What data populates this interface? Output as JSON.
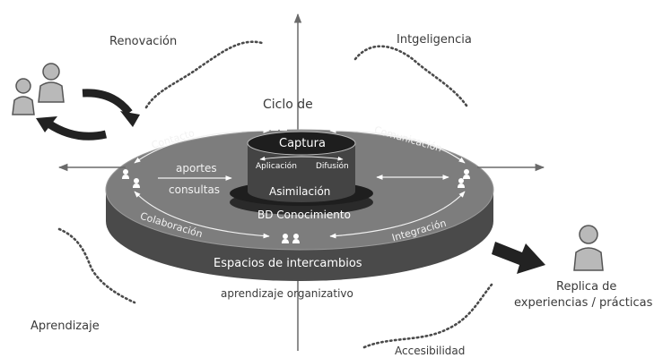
{
  "corner_labels": {
    "top_left": "Renovación",
    "top_right": "Intgeligencia",
    "bottom_left": "Aprendizaje",
    "bottom_right": "Accesibilidad"
  },
  "cycle": {
    "title": "Ciclo de",
    "top": "Captura",
    "left": "Aplicación",
    "right": "Difusión",
    "bottom": "Asimilación"
  },
  "db_label": "BD Conocimiento",
  "ring_labels": {
    "contact": "Contacto",
    "communication": "Comunicación",
    "collaboration": "Colaboración",
    "integration": "Integración"
  },
  "exchange": {
    "line1": "aportes",
    "line2": "consultas"
  },
  "platform_label": "Espacios de intercambios",
  "axis_label": "aprendizaje organizativo",
  "replica": {
    "line1": "Replica de",
    "line2": "experiencias / prácticas"
  },
  "colors": {
    "platform_top": "#7d7d7d",
    "platform_side": "#4a4a4a",
    "drum_dark": "#1e1e1e",
    "drum_body": "#3c3c3c",
    "person_fill": "#b9b9b9",
    "dotted": "#4a4a4a"
  }
}
